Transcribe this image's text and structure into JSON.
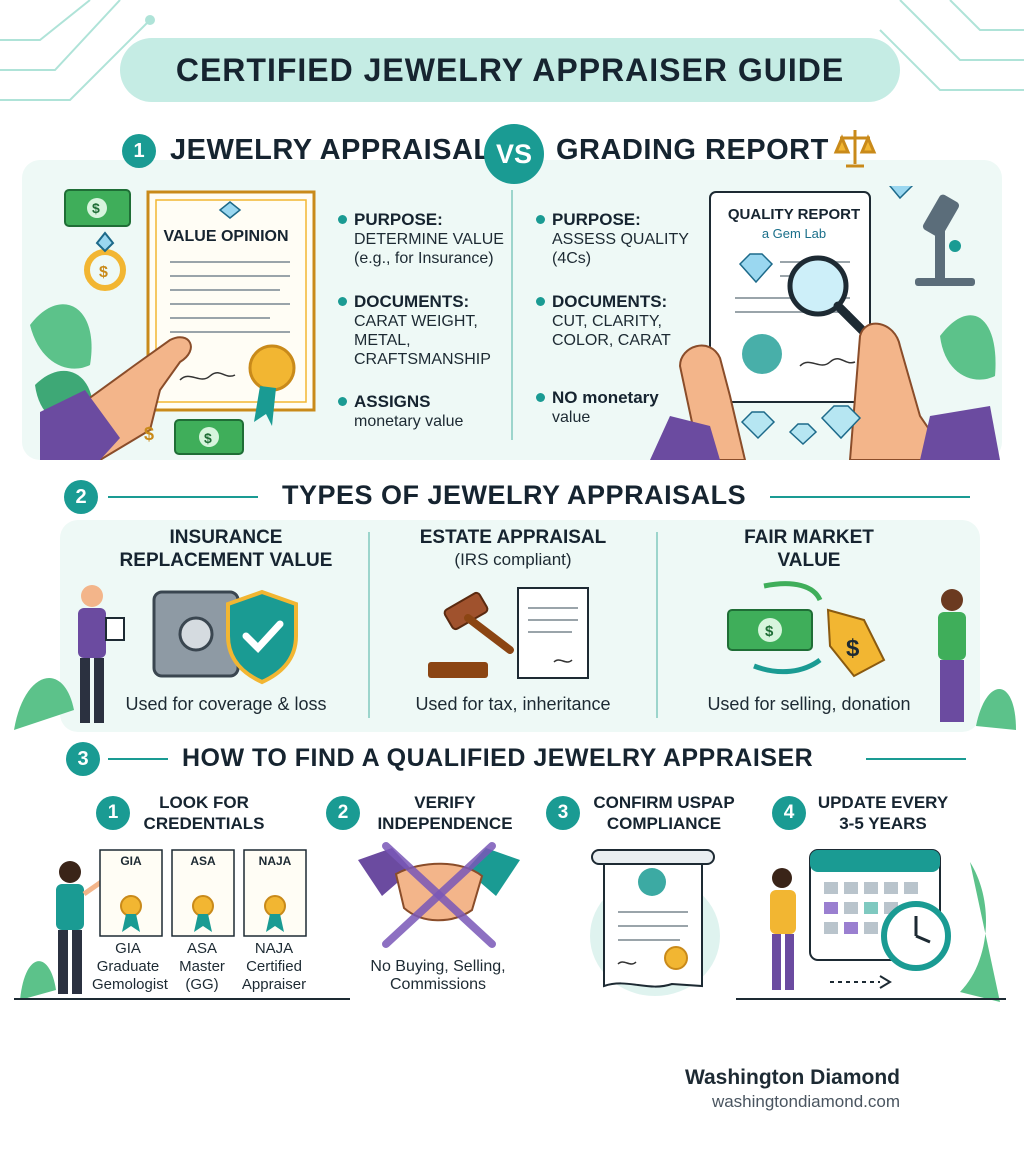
{
  "title": "CERTIFIED JEWELRY APPRAISER GUIDE",
  "section1": {
    "number": "1",
    "left_heading": "JEWELRY APPRAISAL",
    "vs": "VS",
    "right_heading": "GRADING REPORT",
    "left_doc_title": "VALUE OPINION",
    "right_doc_title": "QUALITY REPORT",
    "right_doc_subtitle": "a Gem Lab",
    "left_items": [
      {
        "head": "PURPOSE:",
        "text": "DETERMINE VALUE\n(e.g., for Insurance)"
      },
      {
        "head": "DOCUMENTS:",
        "text": "CARAT WEIGHT,\nMETAL,\nCRAFTSMANSHIP"
      },
      {
        "head": "ASSIGNS",
        "text": "monetary value"
      }
    ],
    "right_items": [
      {
        "head": "PURPOSE:",
        "text": "ASSESS QUALITY\n(4Cs)"
      },
      {
        "head": "DOCUMENTS:",
        "text": "CUT, CLARITY,\nCOLOR, CARAT"
      },
      {
        "head": "NO monetary",
        "text": "value"
      }
    ]
  },
  "section2": {
    "number": "2",
    "heading": "TYPES OF JEWELRY APPRAISALS",
    "cards": [
      {
        "title": "INSURANCE\nREPLACEMENT VALUE",
        "subtitle": "",
        "caption": "Used for coverage & loss"
      },
      {
        "title": "ESTATE APPRAISAL",
        "subtitle": "(IRS compliant)",
        "caption": "Used for tax, inheritance"
      },
      {
        "title": "FAIR MARKET\nVALUE",
        "subtitle": "",
        "caption": "Used for selling, donation"
      }
    ]
  },
  "section3": {
    "number": "3",
    "heading": "HOW TO FIND A QUALIFIED JEWELRY APPRAISER",
    "steps": [
      {
        "num": "1",
        "title": "LOOK FOR\nCREDENTIALS"
      },
      {
        "num": "2",
        "title": "VERIFY\nINDEPENDENCE"
      },
      {
        "num": "3",
        "title": "CONFIRM USPAP\nCOMPLIANCE"
      },
      {
        "num": "4",
        "title": "UPDATE EVERY\n3-5 YEARS"
      }
    ],
    "certs": [
      {
        "tag": "GIA",
        "label": "GIA\nGraduate\nGemologist"
      },
      {
        "tag": "ASA",
        "label": "ASA\nMaster\n(GG)"
      },
      {
        "tag": "NAJA",
        "label": "NAJA\nCertified\nAppraiser"
      }
    ],
    "independence_caption": "No Buying, Selling,\nCommissions"
  },
  "footer": {
    "brand": "Washington Diamond",
    "url": "washingtondiamond.com"
  },
  "colors": {
    "teal": "#1a9b93",
    "mint_bg": "#e4f6f2",
    "title_pill": "#c5ece4",
    "purple": "#6b4ba0",
    "gold": "#f2b632",
    "green_money": "#3fae5a"
  }
}
